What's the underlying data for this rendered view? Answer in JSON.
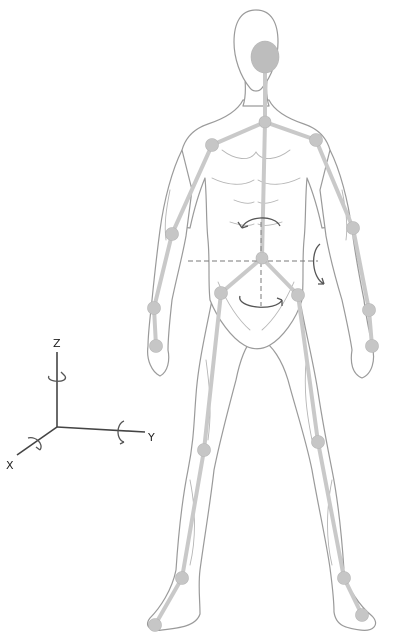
{
  "coordinate_axes": {
    "x_label": "X",
    "y_label": "Y",
    "z_label": "Z"
  },
  "colors": {
    "joint": "#c6c6c6",
    "bone": "#c9c9c9",
    "outline": "#9a9a9a",
    "axis": "#444444"
  }
}
